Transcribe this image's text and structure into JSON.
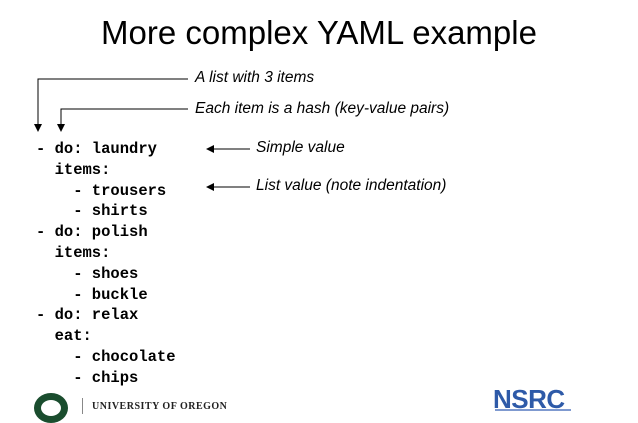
{
  "slide": {
    "title": "More complex YAML example"
  },
  "annotations": {
    "list_note": "A list with 3 items",
    "hash_note": "Each item is a hash (key-value pairs)",
    "simple_note": "Simple value",
    "list_value_note": "List value (note indentation)"
  },
  "code_lines": [
    "- do: laundry",
    "  items:",
    "    - trousers",
    "    - shirts",
    "- do: polish",
    "  items:",
    "    - shoes",
    "    - buckle",
    "- do: relax",
    "  eat:",
    "    - chocolate",
    "    - chips"
  ],
  "footer": {
    "university": "UNIVERSITY OF OREGON",
    "org_logo": "NSRC"
  }
}
